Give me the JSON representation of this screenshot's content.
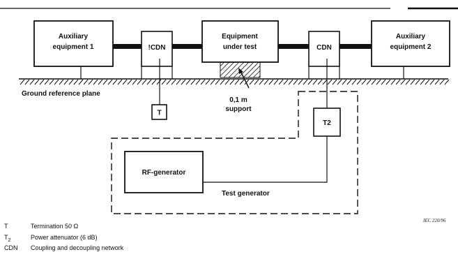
{
  "diagram": {
    "boxes": {
      "aux1": [
        "Auxiliary",
        "equipment 1"
      ],
      "cdn_left": "!CDN",
      "eut": [
        "Equipment",
        "under test"
      ],
      "cdn_right": "CDN",
      "aux2": [
        "Auxiliary",
        "equipment 2"
      ],
      "termination": "T",
      "attenuator": "T2",
      "rf_generator": "RF-generator"
    },
    "labels": {
      "ground_plane": "Ground reference plane",
      "support": [
        "0,1 m",
        "support"
      ],
      "test_generator": "Test generator",
      "reference": "IEC 220/96"
    }
  },
  "legend": [
    {
      "symbol": "T",
      "symbol_sub": "",
      "description": "Termination 50 Ω"
    },
    {
      "symbol": "T",
      "symbol_sub": "2",
      "description": "Power attenuator (6 dB)"
    },
    {
      "symbol": "CDN",
      "symbol_sub": "",
      "description": "Coupling and decoupling network"
    }
  ]
}
